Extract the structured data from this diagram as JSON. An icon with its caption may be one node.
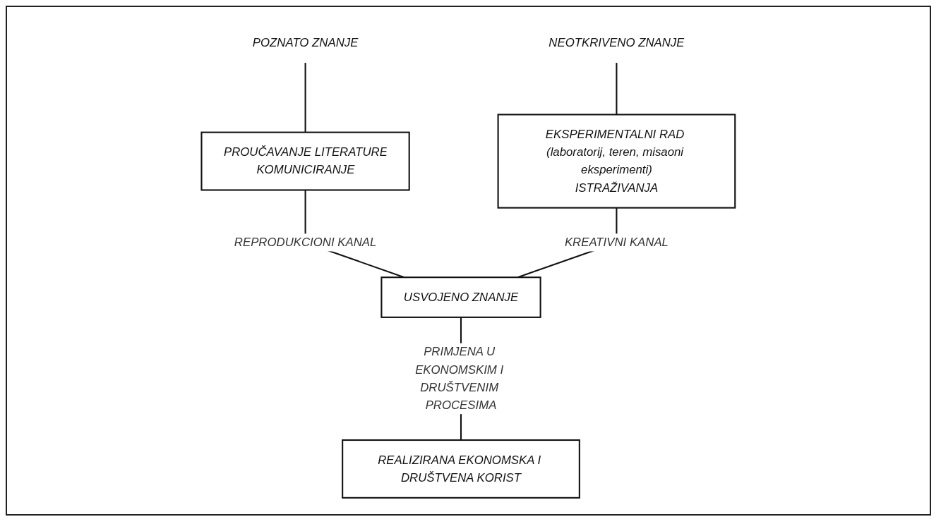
{
  "diagram": {
    "nodes": [
      {
        "text": [
          "POZNATO ZNANJE"
        ]
      },
      {
        "text": [
          "NEOTKRIVENO ZNANJE"
        ]
      },
      {
        "text": [
          "PROUČAVANJE LITERATURE",
          "KOMUNICIRANJE"
        ]
      },
      {
        "text": [
          "EKSPERIMENTALNI RAD (laboratorij, teren, misaoni eksperimenti)",
          "ISTRAŽIVANJA"
        ]
      },
      {
        "text": [
          "USVOJENO ZNANJE"
        ]
      },
      {
        "text": [
          "REALIZIRANA EKONOMSKA I DRUŠTVENA KORIST"
        ]
      }
    ],
    "edges": [
      {
        "from": 0,
        "to": 2,
        "arrow": "none"
      },
      {
        "from": 1,
        "to": 3,
        "arrow": "none"
      },
      {
        "from": 2,
        "to": 4,
        "arrow": "none",
        "label": "REPRODUKCIONI KANAL"
      },
      {
        "from": 3,
        "to": 4,
        "arrow": "none",
        "label": "KREATIVNI KANAL"
      },
      {
        "from": 4,
        "to": 5,
        "arrow": "none",
        "label": "PRIMJENA U EKONOMSKIM I DRUŠTVENIM PROCESIMA"
      }
    ]
  }
}
